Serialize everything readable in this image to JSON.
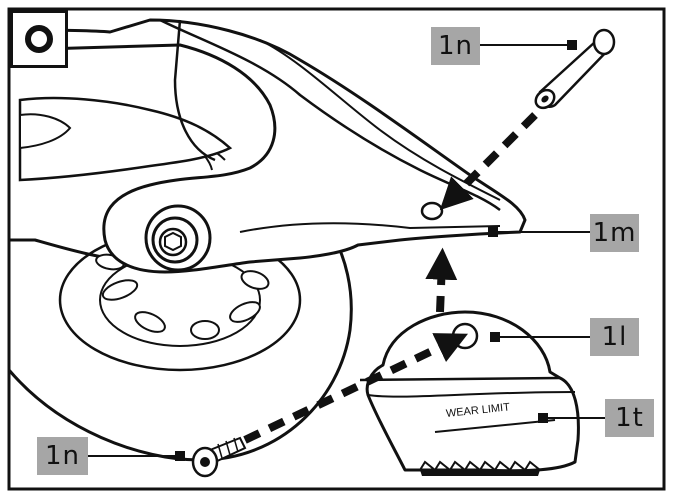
{
  "step": {
    "icon": "ring-icon"
  },
  "callouts": {
    "pin_top": "1n",
    "brake_hole": "1m",
    "pad_hole": "1l",
    "pad_body": "1t",
    "screw": "1n"
  },
  "pad": {
    "wear_label": "WEAR LIMIT"
  },
  "colors": {
    "callout_bg": "#a6a6a6",
    "line": "#111111",
    "frame": "#111111"
  }
}
